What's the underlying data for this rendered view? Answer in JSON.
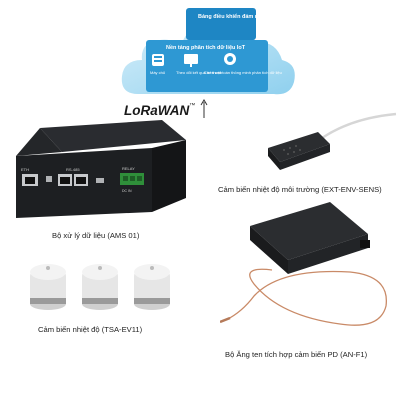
{
  "cloud": {
    "box1": "Bảng điều khiển đám mây",
    "box2": "Nền tảng phân tích dữ liệu IoT",
    "item1": "Máy chủ",
    "item2": "Theo dõi kết quả trên web",
    "item3": "Các thuật toán thông minh phân tích dữ liệu"
  },
  "lorawan": {
    "logo_main": "LoRaWAN",
    "logo_mark": "™"
  },
  "device": {
    "port_eth": "ETH",
    "port_rs485": "RS-485",
    "port_relay": "RELAY",
    "port_power": "DC IN"
  },
  "captions": {
    "ams": "Bộ xử lý dữ liệu (AMS 01)",
    "env": "Cảm biến nhiệt độ môi trường (EXT-ENV-SENS)",
    "tsa": "Cảm biến nhiệt độ (TSA-EV11)",
    "pd": "Bộ Ăng ten tích hợp cảm biến PD (AN-F1)"
  },
  "colors": {
    "cloud_light": "#bfe3f5",
    "cloud_mid": "#5bb7e3",
    "cloud_dark": "#1e86c4",
    "device_body": "#1d1f22",
    "sensor_body": "#2b2d30",
    "copper": "#c98a67"
  }
}
